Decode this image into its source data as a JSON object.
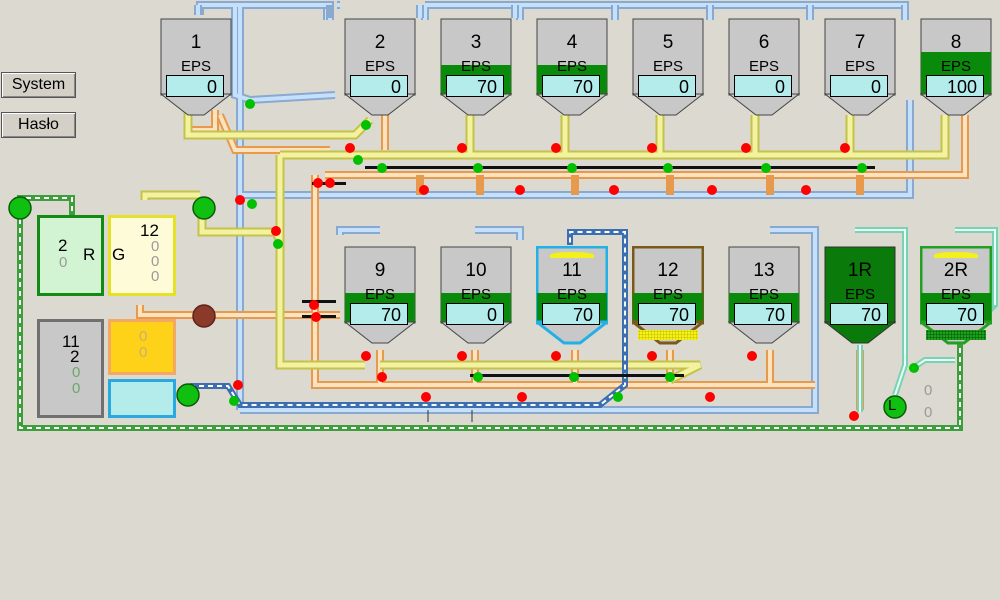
{
  "buttons": {
    "system": "System",
    "password": "Hasło"
  },
  "unit_label": "EPS",
  "silos_top": [
    {
      "id": "1",
      "value": "0",
      "fill": 0
    },
    {
      "id": "2",
      "value": "0",
      "fill": 0
    },
    {
      "id": "3",
      "value": "70",
      "fill": 0.7
    },
    {
      "id": "4",
      "value": "70",
      "fill": 0.7
    },
    {
      "id": "5",
      "value": "0",
      "fill": 0
    },
    {
      "id": "6",
      "value": "0",
      "fill": 0
    },
    {
      "id": "7",
      "value": "0",
      "fill": 0
    },
    {
      "id": "8",
      "value": "100",
      "fill": 1
    }
  ],
  "silos_bottom": [
    {
      "id": "9",
      "value": "70",
      "style": "gray"
    },
    {
      "id": "10",
      "value": "0",
      "style": "gray"
    },
    {
      "id": "11",
      "value": "70",
      "style": "cyan"
    },
    {
      "id": "12",
      "value": "70",
      "style": "brown"
    },
    {
      "id": "13",
      "value": "70",
      "style": "gray"
    },
    {
      "id": "1R",
      "value": "70",
      "style": "green-dark"
    },
    {
      "id": "2R",
      "value": "70",
      "style": "green"
    }
  ],
  "tanks": {
    "r_tank": {
      "number": "2",
      "letter": "R",
      "zero": "0"
    },
    "g_tank": {
      "number": "12",
      "letter": "G",
      "zeros": [
        "0",
        "0",
        "0"
      ]
    },
    "gray_tank": {
      "number_top": "11",
      "number_bottom": "2",
      "zeros": [
        "0",
        "0"
      ]
    },
    "yellow_tank": {
      "zeros": [
        "0",
        "0"
      ]
    },
    "l_zeros": [
      "0",
      "0"
    ]
  },
  "labels": {
    "l_badge": "L"
  },
  "colors": {
    "background": "#dcdad0",
    "pipe_blue": "#a9cdf2",
    "pipe_yellow": "#e4e46e",
    "pipe_orange": "#f6c48e",
    "pipe_green": "#7ac97a",
    "valve_open": "#00c000",
    "valve_closed": "#ff0000",
    "level_green": "#0a8a0a",
    "display_cyan": "#b4ecec"
  }
}
